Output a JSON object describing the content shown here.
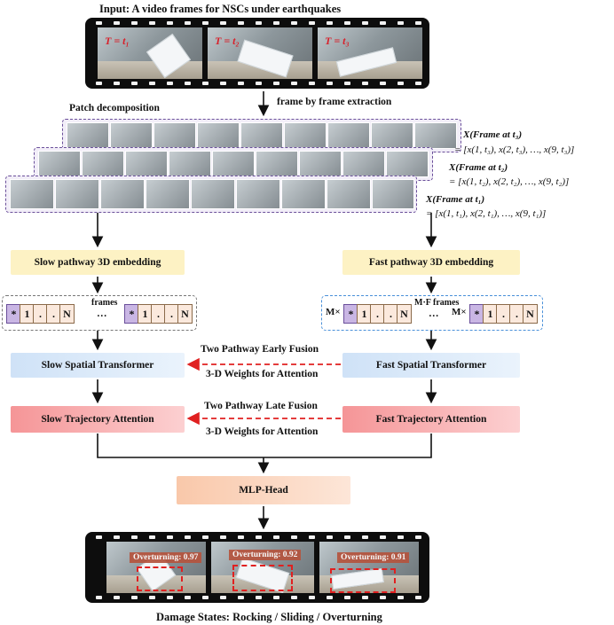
{
  "input_title": "Input: A video frames for NSCs under earthquakes",
  "input_frames": [
    {
      "label": "T = t₁"
    },
    {
      "label": "T = t₂"
    },
    {
      "label": "T = t₃"
    }
  ],
  "extraction_label": "frame by frame extraction",
  "patch_title": "Patch decomposition",
  "patch_rows": [
    {
      "symbol": "X(Frame at t₃)",
      "formula": "= [x(1, t₃), x(2, t₃), …, x(9, t₃)]"
    },
    {
      "symbol": "X(Frame at t₂)",
      "formula": "= [x(1, t₂), x(2, t₂), …, x(9, t₂)]"
    },
    {
      "symbol": "X(Frame at t₁)",
      "formula": "= [x(1, t₁), x(2, t₁), …, x(9, t₁)]"
    }
  ],
  "slow_embed": "Slow pathway 3D embedding",
  "fast_embed": "Fast pathway 3D embedding",
  "slow_tokens": {
    "frames_label": "frames",
    "ellipsis": "…",
    "group": [
      "*",
      "1",
      ".",
      ".",
      "N"
    ]
  },
  "fast_tokens": {
    "frames_label": "M·F frames",
    "prefix": "M×",
    "ellipsis": "…",
    "group": [
      "*",
      "1",
      ".",
      ".",
      "N"
    ]
  },
  "slow_spatial": "Slow Spatial Transformer",
  "fast_spatial": "Fast Spatial Transformer",
  "early_fusion": "Two Pathway Early Fusion",
  "early_weights": "3-D Weights for Attention",
  "slow_traj": "Slow Trajectory Attention",
  "fast_traj": "Fast Trajectory Attention",
  "late_fusion": "Two Pathway Late Fusion",
  "late_weights": "3-D Weights for Attention",
  "mlp_head": "MLP-Head",
  "output_frames": [
    {
      "badge": "Overturning: 0.97"
    },
    {
      "badge": "Overturning: 0.92"
    },
    {
      "badge": "Overturning: 0.91"
    }
  ],
  "output_title": "Damage States: Rocking / Sliding / Overturning",
  "colors": {
    "embed": "#fdf2c4",
    "spatial": "#d6e6f7",
    "trajectory": "#f7a0a2",
    "mlp": "#fbd2b8",
    "fusion_arrow": "#e02020",
    "patch_border": "#6a4f9a"
  }
}
